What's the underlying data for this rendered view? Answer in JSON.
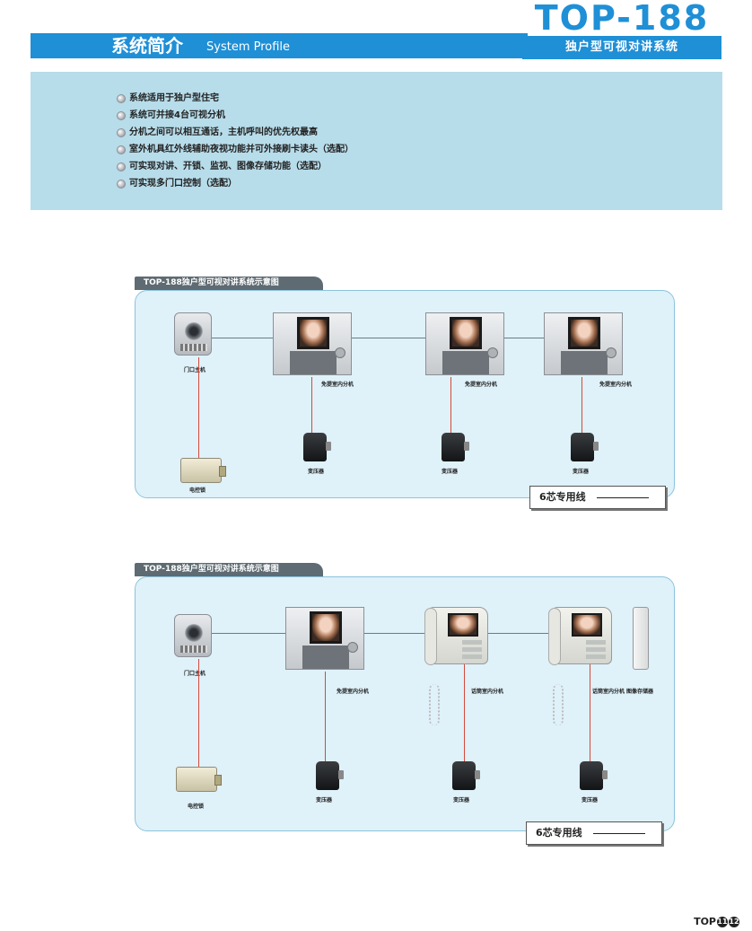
{
  "brand": {
    "title": "TOP-188",
    "subtitle": "独户型可视对讲系统"
  },
  "section": {
    "title_cn": "系统简介",
    "title_en": "System Profile"
  },
  "profile_items": [
    "系统适用于独户型住宅",
    "系统可并接4台可视分机",
    "分机之间可以相互通话，主机呼叫的优先权最高",
    "室外机具红外线辅助夜视功能并可外接刷卡读头（选配）",
    "可实现对讲、开锁、监视、图像存储功能（选配）",
    "可实现多门口控制（选配）"
  ],
  "diagram1": {
    "title": "TOP-188独户型可视对讲系统示意图",
    "door_label": "门口主机",
    "monitor_label": "免提室内分机",
    "adapter_label": "变压器",
    "lock_label": "电控锁",
    "line_label": "6芯专用线"
  },
  "diagram2": {
    "title": "TOP-188独户型可视对讲系统示意图",
    "door_label": "门口主机",
    "monitor_label": "免提室内分机",
    "handset_label": "话筒室内分机",
    "storage_label": "图像存储器",
    "adapter_label": "变压器",
    "lock_label": "电控锁",
    "line_label": "6芯专用线"
  },
  "footer": {
    "prefix": "TOP",
    "page_a": "11",
    "page_b": "12"
  },
  "colors": {
    "accent": "#1f8fd6",
    "panel": "#b7dcea",
    "diagram_bg": "#dff1f9",
    "wire_power": "#d34a3a"
  }
}
